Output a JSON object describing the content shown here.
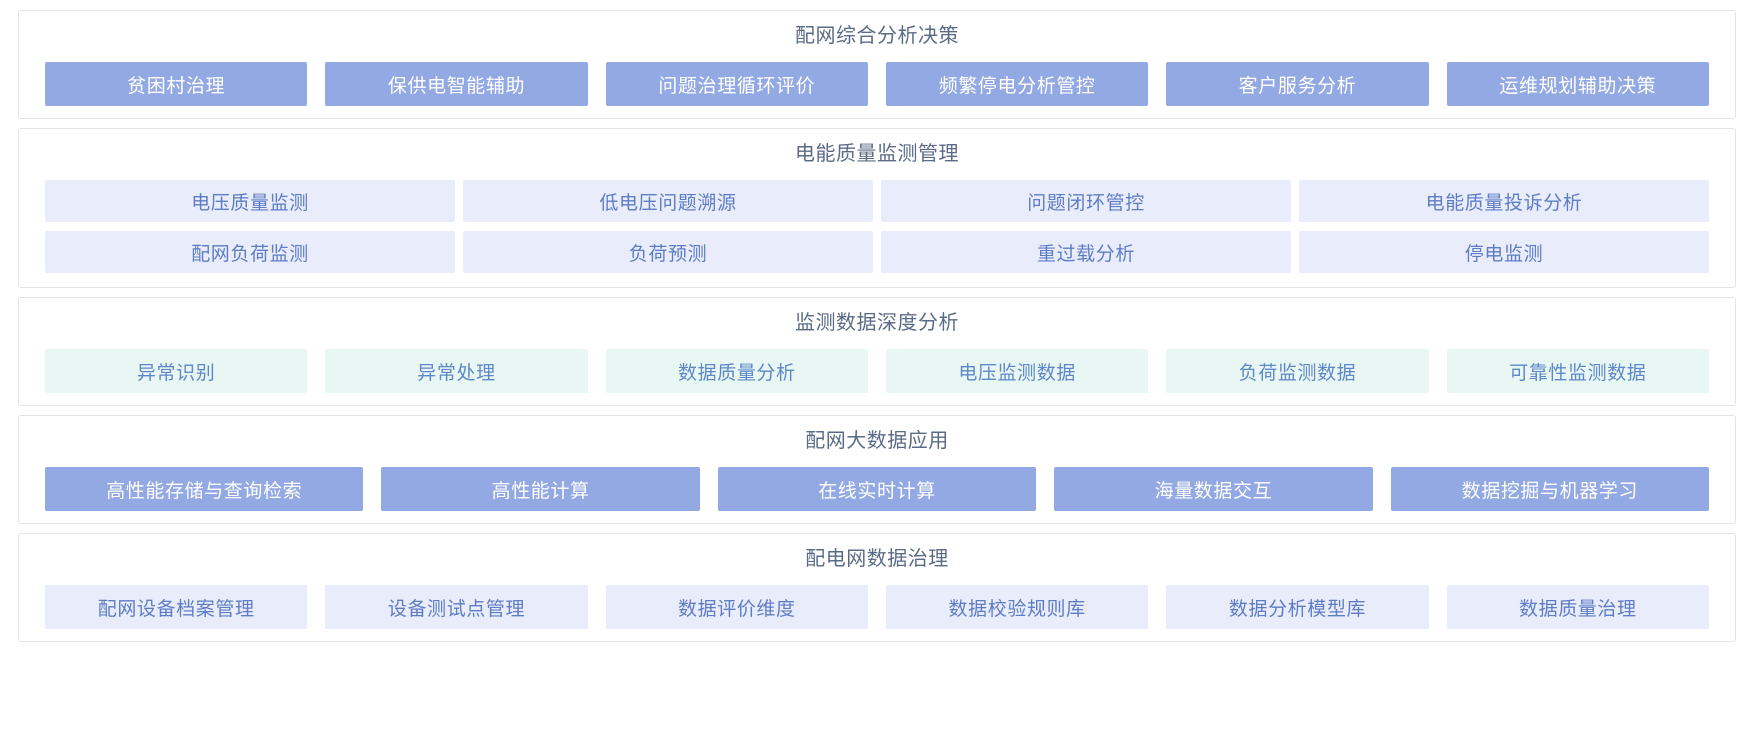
{
  "panels": [
    {
      "title": "配网综合分析决策",
      "style": "solid",
      "accent": "#93a9e3",
      "rows": [
        {
          "items": [
            "贫困村治理",
            "保供电智能辅助",
            "问题治理循环评价",
            "频繁停电分析管控",
            "客户服务分析",
            "运维规划辅助决策"
          ]
        }
      ]
    },
    {
      "title": "电能质量监测管理",
      "style": "pale",
      "accent": "#e8ecfb",
      "rows": [
        {
          "items": [
            "电压质量监测",
            "低电压问题溯源",
            "问题闭环管控",
            "电能质量投诉分析"
          ]
        },
        {
          "items": [
            "配网负荷监测",
            "负荷预测",
            "重过载分析",
            "停电监测"
          ]
        }
      ]
    },
    {
      "title": "监测数据深度分析",
      "style": "mint",
      "accent": "#e8f7f4",
      "rows": [
        {
          "items": [
            "异常识别",
            "异常处理",
            "数据质量分析",
            "电压监测数据",
            "负荷监测数据",
            "可靠性监测数据"
          ]
        }
      ]
    },
    {
      "title": "配网大数据应用",
      "style": "solid",
      "accent": "#93a9e3",
      "rows": [
        {
          "items": [
            "高性能存储与查询检索",
            "高性能计算",
            "在线实时计算",
            "海量数据交互",
            "数据挖掘与机器学习"
          ]
        }
      ]
    },
    {
      "title": "配电网数据治理",
      "style": "pale",
      "accent": "#e8ecfb",
      "rows": [
        {
          "items": [
            "配网设备档案管理",
            "设备测试点管理",
            "数据评价维度",
            "数据校验规则库",
            "数据分析模型库",
            "数据质量治理"
          ]
        }
      ]
    }
  ],
  "colors": {
    "panel_border": "#e2e4e8",
    "title_text": "#5b6b86",
    "solid_bg": "#93a9e3",
    "solid_text": "#ffffff",
    "pale_bg": "#e8ecfb",
    "pale_text": "#5f7dc4",
    "mint_bg": "#e8f7f4",
    "mint_text": "#5f88c8",
    "page_bg": "#ffffff"
  }
}
